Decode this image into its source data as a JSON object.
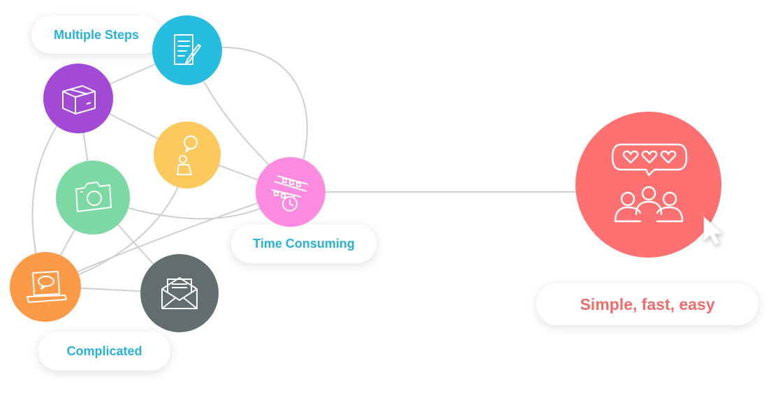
{
  "labels": {
    "multiple_steps": "Multiple Steps",
    "time_consuming": "Time Consuming",
    "complicated": "Complicated",
    "result": "Simple, fast, easy"
  },
  "colors": {
    "label_blue": "#26b3d6",
    "result_red": "#f26b6b",
    "document": "#26bde0",
    "box": "#a24ad6",
    "person_bubble": "#fdc95e",
    "camera": "#7dd9a4",
    "calendar_clock": "#fd8be0",
    "laptop_chat": "#fd9a48",
    "envelope": "#626d6f",
    "community": "#fe7170",
    "connector": "#cfcfcf"
  },
  "icons": {
    "document": "document-pen-icon",
    "box": "box-icon",
    "person_bubble": "person-speech-icon",
    "camera": "camera-icon",
    "calendar_clock": "calendar-clock-icon",
    "laptop_chat": "laptop-chat-icon",
    "envelope": "envelope-icon",
    "community": "community-hearts-icon",
    "cursor": "cursor-arrow-icon"
  }
}
